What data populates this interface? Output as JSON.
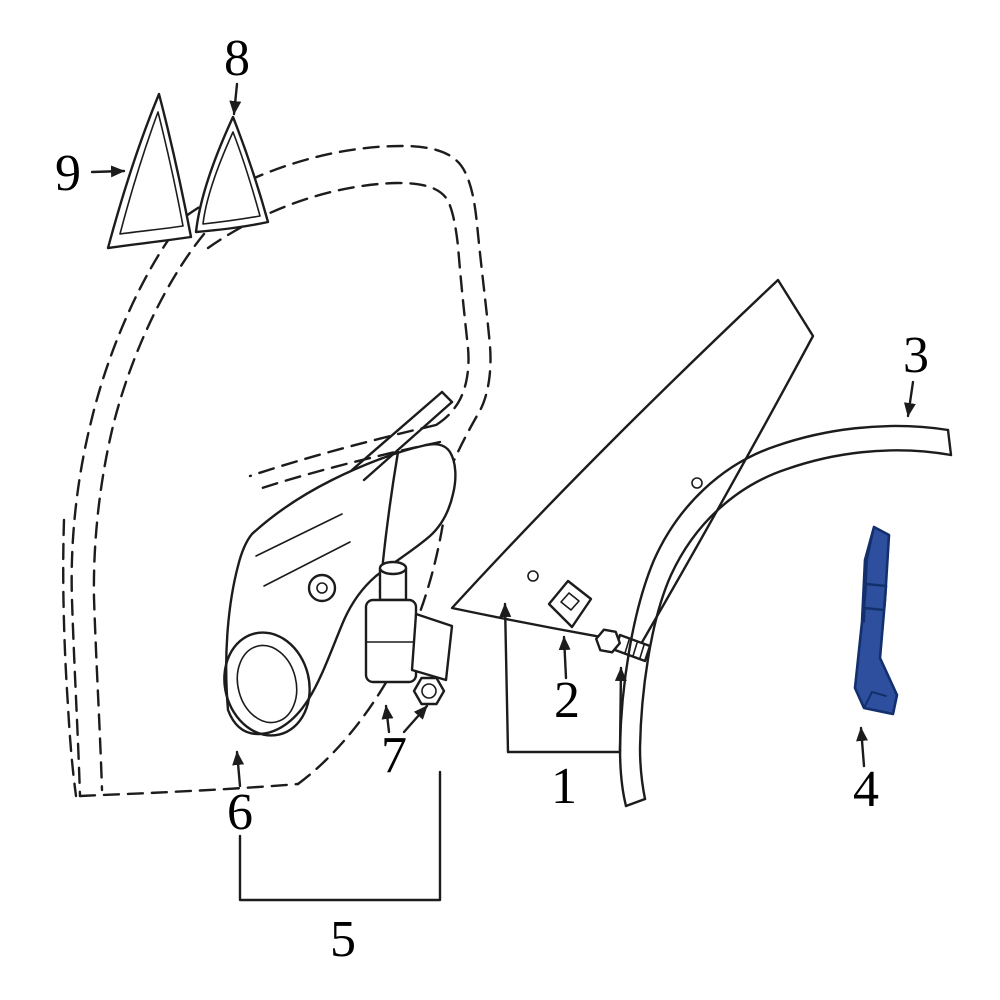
{
  "figure": {
    "kind": "exploded-parts-line-diagram",
    "background": "#ffffff"
  },
  "colors": {
    "line": "#1c1c1c",
    "text": "#000000",
    "highlight-fill": "#2e4f9e",
    "highlight-stroke": "#13306d",
    "bg": "#ffffff"
  },
  "highlight": {
    "callout": "4",
    "fill": "#2e4f9e"
  },
  "callouts": {
    "c1": "1",
    "c2": "2",
    "c3": "3",
    "c4": "4",
    "c5": "5",
    "c6": "6",
    "c7": "7",
    "c8": "8",
    "c9": "9"
  }
}
